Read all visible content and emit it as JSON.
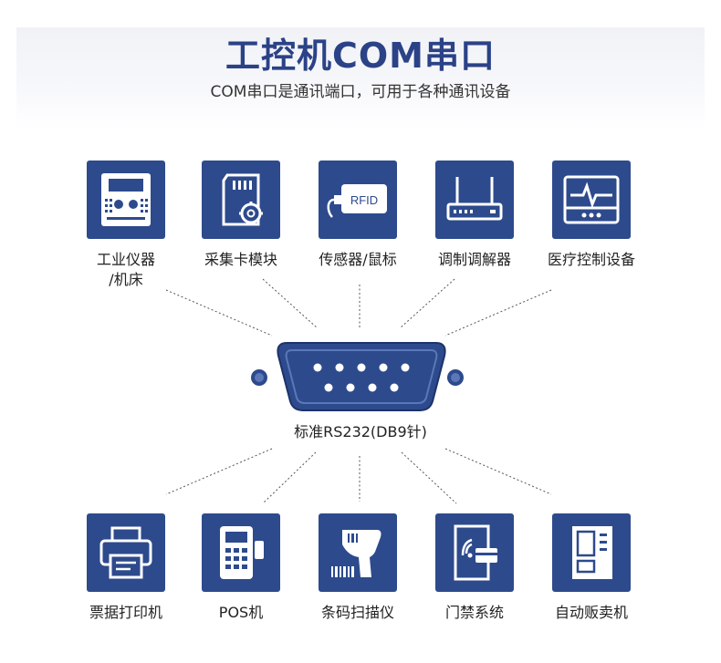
{
  "header": {
    "title": "工控机COM串口",
    "subtitle": "COM串口是通讯端口，可用于各种通讯设备"
  },
  "connector": {
    "label": "标准RS232(DB9针)"
  },
  "top_devices": [
    {
      "label_line1": "工业仪器",
      "label_line2": "/机床",
      "icon": "industrial-instrument-icon"
    },
    {
      "label_line1": "采集卡模块",
      "label_line2": "",
      "icon": "sd-card-gear-icon"
    },
    {
      "label_line1": "传感器/鼠标",
      "label_line2": "",
      "icon": "rfid-sensor-icon",
      "icon_text": "RFID"
    },
    {
      "label_line1": "调制调解器",
      "label_line2": "",
      "icon": "router-icon"
    },
    {
      "label_line1": "医疗控制设备",
      "label_line2": "",
      "icon": "medical-monitor-icon"
    }
  ],
  "bottom_devices": [
    {
      "label_line1": "票据打印机",
      "icon": "printer-icon"
    },
    {
      "label_line1": "POS机",
      "icon": "pos-terminal-icon"
    },
    {
      "label_line1": "条码扫描仪",
      "icon": "barcode-scanner-icon"
    },
    {
      "label_line1": "门禁系统",
      "icon": "access-control-icon"
    },
    {
      "label_line1": "自动贩卖机",
      "icon": "vending-machine-icon"
    }
  ],
  "colors": {
    "brand": "#2d4a8c",
    "title": "#2b4287",
    "line": "#555555"
  }
}
